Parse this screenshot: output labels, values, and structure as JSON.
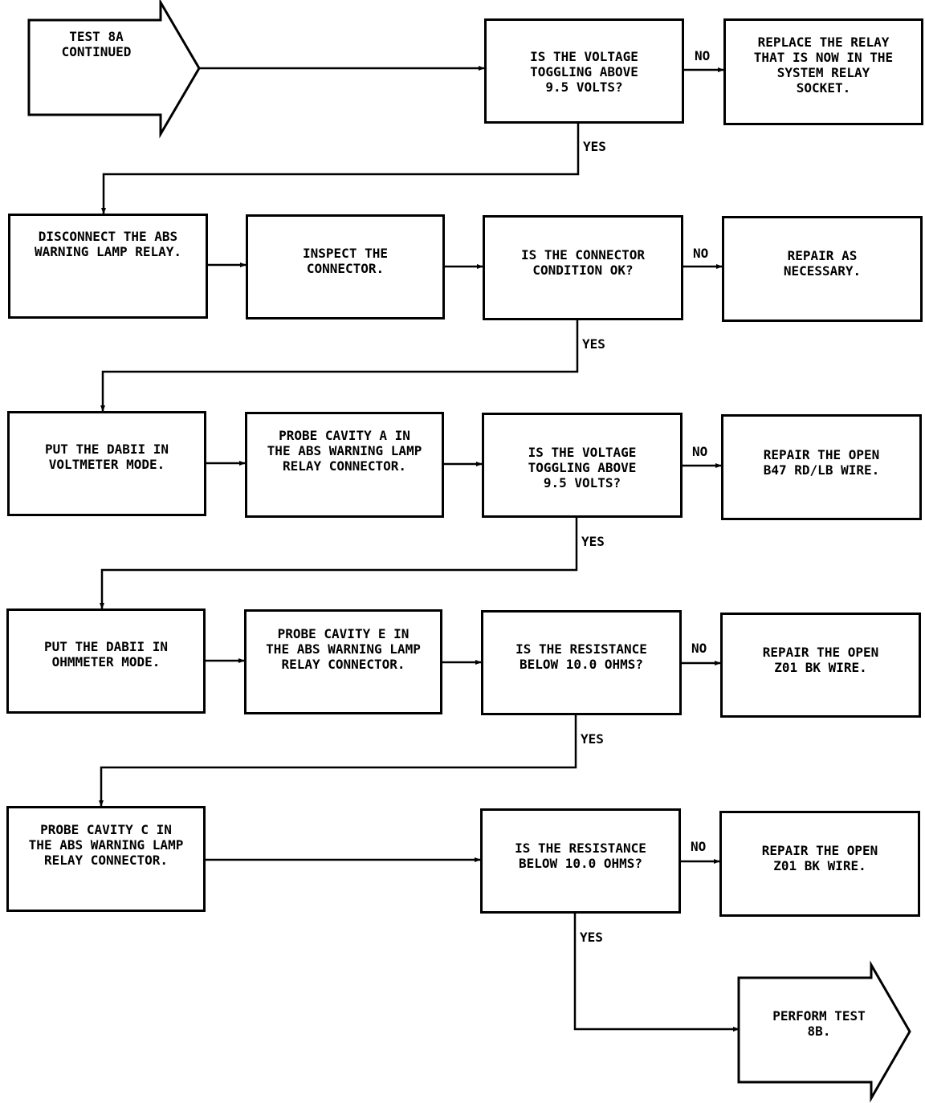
{
  "start": {
    "text": "TEST 8A\nCONTINUED"
  },
  "end": {
    "text": "PERFORM TEST\n8B."
  },
  "rows": [
    {
      "steps": [],
      "decision": "IS THE VOLTAGE\nTOGGLING ABOVE\n9.5 VOLTS?",
      "no_action": "REPLACE THE RELAY\nTHAT IS NOW IN THE\nSYSTEM RELAY\nSOCKET."
    },
    {
      "steps": [
        "DISCONNECT THE ABS\nWARNING LAMP RELAY.",
        "INSPECT THE\nCONNECTOR."
      ],
      "decision": "IS THE CONNECTOR\nCONDITION OK?",
      "no_action": "REPAIR AS\nNECESSARY."
    },
    {
      "steps": [
        "PUT THE DABII IN\nVOLTMETER MODE.",
        "PROBE CAVITY A IN\nTHE ABS WARNING LAMP\nRELAY CONNECTOR."
      ],
      "decision": "IS THE VOLTAGE\nTOGGLING ABOVE\n9.5 VOLTS?",
      "no_action": "REPAIR THE OPEN\nB47 RD/LB WIRE."
    },
    {
      "steps": [
        "PUT THE DABII IN\nOHMMETER MODE.",
        "PROBE CAVITY E IN\nTHE ABS WARNING LAMP\nRELAY CONNECTOR."
      ],
      "decision": "IS THE RESISTANCE\nBELOW 10.0 OHMS?",
      "no_action": "REPAIR THE OPEN\nZ01 BK WIRE."
    },
    {
      "steps": [
        "PROBE CAVITY C IN\nTHE ABS WARNING LAMP\nRELAY CONNECTOR."
      ],
      "decision": "IS THE RESISTANCE\nBELOW 10.0 OHMS?",
      "no_action": "REPAIR THE OPEN\nZ01 BK WIRE."
    }
  ],
  "labels": {
    "yes": "YES",
    "no": "NO"
  }
}
